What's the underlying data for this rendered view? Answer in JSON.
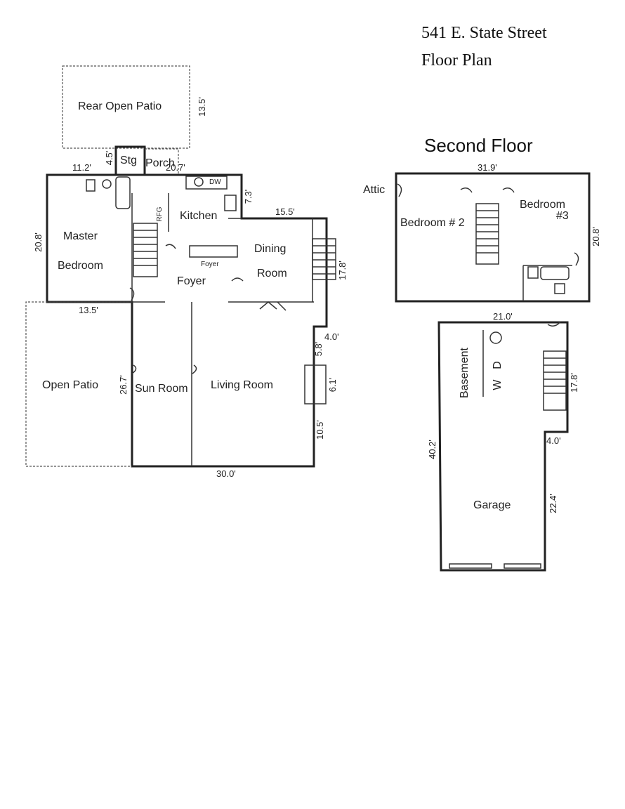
{
  "header": {
    "address": "541 E. State Street",
    "title": "Floor Plan"
  },
  "second_floor": {
    "heading": "Second Floor"
  },
  "rooms": {
    "rear_open_patio": "Rear Open Patio",
    "stg": "Stg",
    "porch": "Porch",
    "kitchen": "Kitchen",
    "dw": "DW",
    "rfg": "RFG",
    "master": "Master",
    "bedroom": "Bedroom",
    "dining": "Dining",
    "room": "Room",
    "foyer_label": "Foyer",
    "foyer": "Foyer",
    "open_patio": "Open Patio",
    "sun_room": "Sun Room",
    "living_room": "Living Room",
    "attic": "Attic",
    "bedroom2": "Bedroom # 2",
    "bedroom3": "Bedroom",
    "bedroom3_num": "#3",
    "basement": "Basement",
    "w": "W",
    "d": "D",
    "garage": "Garage"
  },
  "dims": {
    "rear_patio_depth": "13.5'",
    "d_11_2": "11.2'",
    "d_4_5": "4.5'",
    "d_20_7": "20.7'",
    "d_7_3": "7.3'",
    "d_15_5": "15.5'",
    "d_20_8": "20.8'",
    "d_17_8": "17.8'",
    "d_13_5": "13.5'",
    "d_5_8": "5.8'",
    "d_4_0": "4.0'",
    "d_26_7": "26.7'",
    "d_6_1": "6.1'",
    "d_10_5": "10.5'",
    "d_30_0": "30.0'",
    "d_31_9": "31.9'",
    "d_20_8b": "20.8'",
    "d_21_0": "21.0'",
    "d_17_8b": "17.8'",
    "d_40_2": "40.2'",
    "d_4_0b": "4.0'",
    "d_22_4": "22.4'"
  }
}
